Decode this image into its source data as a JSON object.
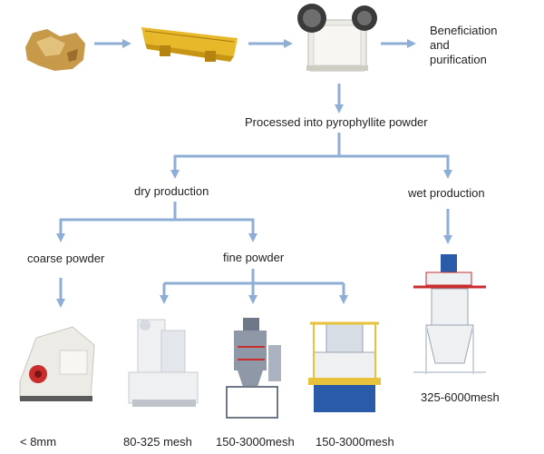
{
  "flow": {
    "top_result": "Beneficiation\nand\npurification",
    "processed": "Processed into pyrophyllite powder",
    "dry": "dry production",
    "wet": "wet production",
    "coarse": "coarse powder",
    "fine": "fine powder"
  },
  "outputs": {
    "hammer_crusher": "< 8mm",
    "raymond_mill": "80-325 mesh",
    "ultrafine_mill": "150-3000mesh",
    "vertical_mill": "150-3000mesh",
    "wet_mill": "325-6000mesh"
  },
  "colors": {
    "arrow": "#8faed6",
    "ore": "#c79a4a",
    "feeder": "#e7b82a",
    "crusher": "#ecebe6",
    "machine_white": "#eef0f2",
    "machine_gray": "#8e98a6",
    "accent_red": "#c92d2d",
    "accent_blue": "#2a5ba8",
    "accent_yellow": "#e8c23a"
  },
  "icons": [
    "ore-image",
    "vibrating-feeder-image",
    "jaw-crusher-image",
    "hammer-crusher-image",
    "raymond-mill-image",
    "ultrafine-mill-image",
    "vertical-mill-image",
    "wet-mill-image"
  ]
}
